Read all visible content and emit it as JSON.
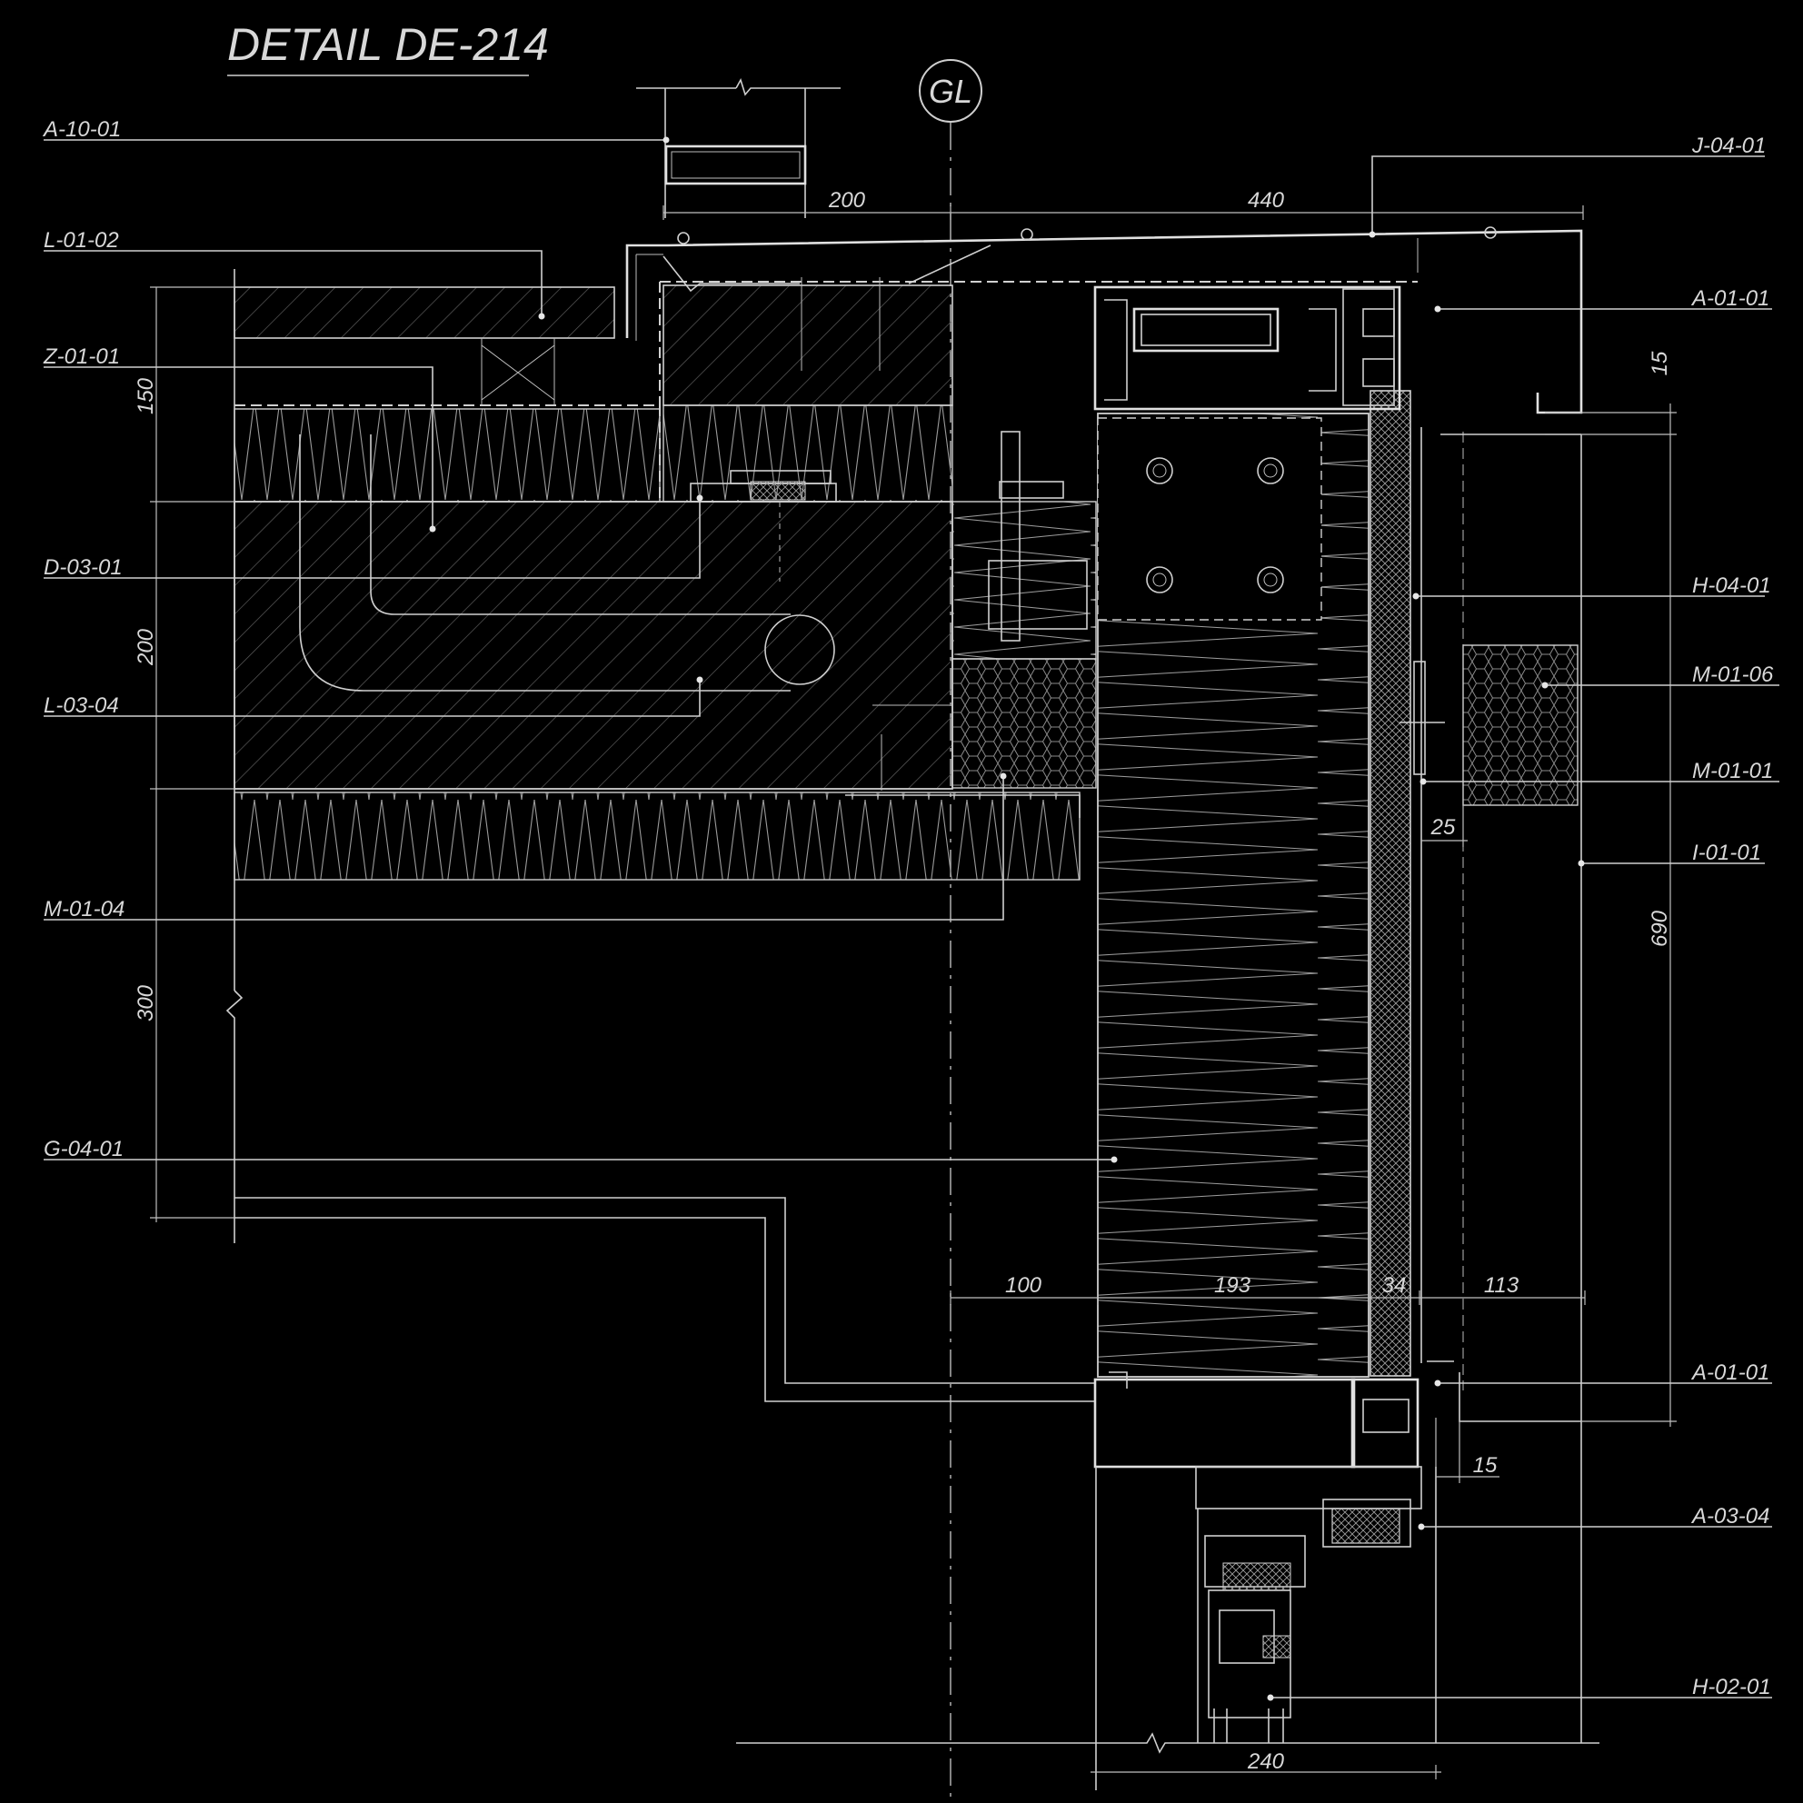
{
  "title": "DETAIL DE-214",
  "grid_marker": "GL",
  "left_tags": [
    {
      "id": "a1001",
      "label": "A-10-01"
    },
    {
      "id": "l0102",
      "label": "L-01-02"
    },
    {
      "id": "z0101",
      "label": "Z-01-01"
    },
    {
      "id": "d0301",
      "label": "D-03-01"
    },
    {
      "id": "l0304",
      "label": "L-03-04"
    },
    {
      "id": "m0104",
      "label": "M-01-04"
    },
    {
      "id": "g0401",
      "label": "G-04-01"
    }
  ],
  "right_tags": [
    {
      "id": "j0401",
      "label": "J-04-01"
    },
    {
      "id": "a0101a",
      "label": "A-01-01"
    },
    {
      "id": "h0401",
      "label": "H-04-01"
    },
    {
      "id": "m0106",
      "label": "M-01-06"
    },
    {
      "id": "m0101",
      "label": "M-01-01"
    },
    {
      "id": "i0101",
      "label": "I-01-01"
    },
    {
      "id": "a0101b",
      "label": "A-01-01"
    },
    {
      "id": "a0304",
      "label": "A-03-04"
    },
    {
      "id": "h0201",
      "label": "H-02-01"
    }
  ],
  "dimensions": {
    "top_left": "200",
    "top_right": "440",
    "left_150": "150",
    "left_200": "200",
    "left_300": "300",
    "right_15_top": "15",
    "right_690": "690",
    "gap_25": "25",
    "row_100": "100",
    "row_193": "193",
    "row_34": "34",
    "row_113": "113",
    "bottom_15": "15",
    "bottom_240": "240"
  }
}
